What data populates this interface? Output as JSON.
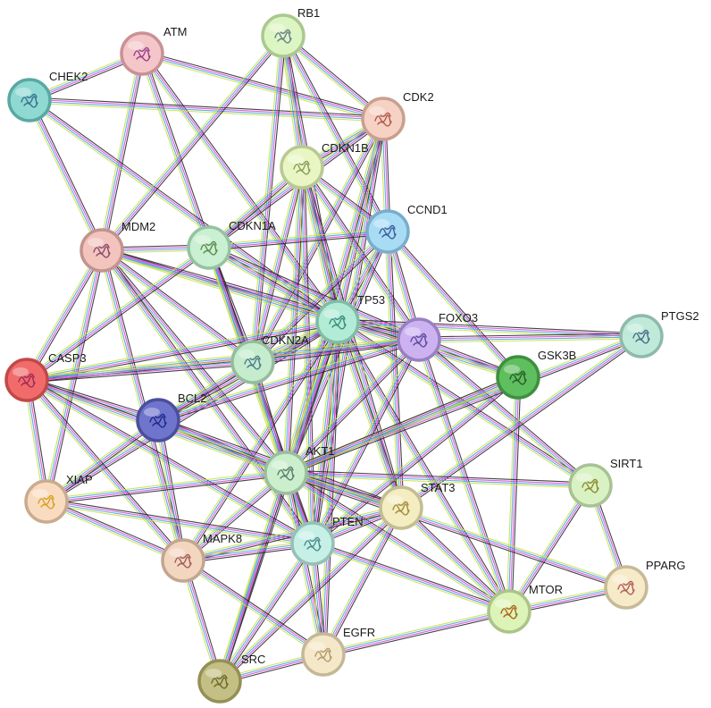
{
  "nodes": [
    {
      "id": "RB1",
      "label": "RB1",
      "fill": "#dcf5c3",
      "stroke": "#a9c98f",
      "glyph": "#6b7b8c"
    },
    {
      "id": "ATM",
      "label": "ATM",
      "fill": "#f4c6c9",
      "stroke": "#c99196",
      "glyph": "#9a3e8c"
    },
    {
      "id": "CHEK2",
      "label": "CHEK2",
      "fill": "#8fd9d3",
      "stroke": "#5aa8a2",
      "glyph": "#3a6f8c"
    },
    {
      "id": "CDK2",
      "label": "CDK2",
      "fill": "#f6d2c4",
      "stroke": "#c9a08f",
      "glyph": "#b0574a"
    },
    {
      "id": "CDKN1B",
      "label": "CDKN1B",
      "fill": "#e9f6c4",
      "stroke": "#b9c993",
      "glyph": "#8a9a5a"
    },
    {
      "id": "CCND1",
      "label": "CCND1",
      "fill": "#a8dcf5",
      "stroke": "#78aecb",
      "glyph": "#3c5a9a"
    },
    {
      "id": "MDM2",
      "label": "MDM2",
      "fill": "#f2c4bd",
      "stroke": "#c2948d",
      "glyph": "#8a4a6a"
    },
    {
      "id": "CDKN1A",
      "label": "CDKN1A",
      "fill": "#c9f0d2",
      "stroke": "#96c2a0",
      "glyph": "#5a8a4a"
    },
    {
      "id": "TP53",
      "label": "TP53",
      "fill": "#b2ecd6",
      "stroke": "#80bca6",
      "glyph": "#3a8a7a"
    },
    {
      "id": "FOXO3",
      "label": "FOXO3",
      "fill": "#cdb2f2",
      "stroke": "#9a80c2",
      "glyph": "#5a4a9a"
    },
    {
      "id": "PTGS2",
      "label": "PTGS2",
      "fill": "#bfead9",
      "stroke": "#8fbaa9",
      "glyph": "#4a6a8a"
    },
    {
      "id": "CDKN2A",
      "label": "CDKN2A",
      "fill": "#c5eccd",
      "stroke": "#95bc9d",
      "glyph": "#4a7a8a"
    },
    {
      "id": "GSK3B",
      "label": "GSK3B",
      "fill": "#5fbf5f",
      "stroke": "#3f8f3f",
      "glyph": "#2a5a2a"
    },
    {
      "id": "CASP3",
      "label": "CASP3",
      "fill": "#f26b6b",
      "stroke": "#c24848",
      "glyph": "#9a2a5a"
    },
    {
      "id": "BCL2",
      "label": "BCL2",
      "fill": "#6f74cc",
      "stroke": "#4a4f9c",
      "glyph": "#1e2a8a"
    },
    {
      "id": "AKT1",
      "label": "AKT1",
      "fill": "#cbeecd",
      "stroke": "#9bbe9d",
      "glyph": "#5a7a6a"
    },
    {
      "id": "SIRT1",
      "label": "SIRT1",
      "fill": "#d9f2c4",
      "stroke": "#a9c294",
      "glyph": "#8a8a2a"
    },
    {
      "id": "XIAP",
      "label": "XIAP",
      "fill": "#f9dcc0",
      "stroke": "#c9ac90",
      "glyph": "#d8a020"
    },
    {
      "id": "STAT3",
      "label": "STAT3",
      "fill": "#f3edc1",
      "stroke": "#c3bd91",
      "glyph": "#a08a3a"
    },
    {
      "id": "PTEN",
      "label": "PTEN",
      "fill": "#c6f0e6",
      "stroke": "#96c0b6",
      "glyph": "#4a8a8a"
    },
    {
      "id": "MAPK8",
      "label": "MAPK8",
      "fill": "#f3d6c0",
      "stroke": "#c3a690",
      "glyph": "#a05a5a"
    },
    {
      "id": "PPARG",
      "label": "PPARG",
      "fill": "#f6eac9",
      "stroke": "#c6ba99",
      "glyph": "#b05a5a"
    },
    {
      "id": "MTOR",
      "label": "MTOR",
      "fill": "#dcf4b8",
      "stroke": "#acc488",
      "glyph": "#b0601a"
    },
    {
      "id": "EGFR",
      "label": "EGFR",
      "fill": "#f4e8c8",
      "stroke": "#c4b898",
      "glyph": "#b09a6a"
    },
    {
      "id": "SRC",
      "label": "SRC",
      "fill": "#c4c085",
      "stroke": "#949055",
      "glyph": "#6a6a2a"
    }
  ],
  "edges": [
    [
      "ATM",
      "CHEK2"
    ],
    [
      "ATM",
      "CDK2"
    ],
    [
      "ATM",
      "MDM2"
    ],
    [
      "ATM",
      "TP53"
    ],
    [
      "ATM",
      "CDKN1A"
    ],
    [
      "CHEK2",
      "MDM2"
    ],
    [
      "CHEK2",
      "TP53"
    ],
    [
      "CHEK2",
      "CDK2"
    ],
    [
      "RB1",
      "CDK2"
    ],
    [
      "RB1",
      "CDKN1B"
    ],
    [
      "RB1",
      "CCND1"
    ],
    [
      "RB1",
      "TP53"
    ],
    [
      "RB1",
      "MDM2"
    ],
    [
      "RB1",
      "CDKN2A"
    ],
    [
      "CDK2",
      "CDKN1B"
    ],
    [
      "CDK2",
      "CCND1"
    ],
    [
      "CDK2",
      "CDKN1A"
    ],
    [
      "CDK2",
      "TP53"
    ],
    [
      "CDK2",
      "CDKN2A"
    ],
    [
      "CDK2",
      "AKT1"
    ],
    [
      "CDK2",
      "PTEN"
    ],
    [
      "CDKN1B",
      "CCND1"
    ],
    [
      "CDKN1B",
      "CDKN1A"
    ],
    [
      "CDKN1B",
      "AKT1"
    ],
    [
      "CDKN1B",
      "TP53"
    ],
    [
      "CDKN1B",
      "FOXO3"
    ],
    [
      "CDKN1B",
      "CDKN2A"
    ],
    [
      "CDKN1B",
      "PTEN"
    ],
    [
      "CDKN1B",
      "STAT3"
    ],
    [
      "CCND1",
      "CDKN1A"
    ],
    [
      "CCND1",
      "TP53"
    ],
    [
      "CCND1",
      "AKT1"
    ],
    [
      "CCND1",
      "GSK3B"
    ],
    [
      "CCND1",
      "STAT3"
    ],
    [
      "CCND1",
      "CDKN2A"
    ],
    [
      "CCND1",
      "FOXO3"
    ],
    [
      "MDM2",
      "CDKN1A"
    ],
    [
      "MDM2",
      "TP53"
    ],
    [
      "MDM2",
      "AKT1"
    ],
    [
      "MDM2",
      "CASP3"
    ],
    [
      "MDM2",
      "XIAP"
    ],
    [
      "MDM2",
      "CDKN2A"
    ],
    [
      "MDM2",
      "PTEN"
    ],
    [
      "MDM2",
      "FOXO3"
    ],
    [
      "MDM2",
      "MAPK8"
    ],
    [
      "CDKN1A",
      "TP53"
    ],
    [
      "CDKN1A",
      "AKT1"
    ],
    [
      "CDKN1A",
      "CDKN2A"
    ],
    [
      "CDKN1A",
      "CASP3"
    ],
    [
      "CDKN1A",
      "FOXO3"
    ],
    [
      "CDKN1A",
      "PTEN"
    ],
    [
      "TP53",
      "FOXO3"
    ],
    [
      "TP53",
      "AKT1"
    ],
    [
      "TP53",
      "CDKN2A"
    ],
    [
      "TP53",
      "CASP3"
    ],
    [
      "TP53",
      "BCL2"
    ],
    [
      "TP53",
      "PTEN"
    ],
    [
      "TP53",
      "STAT3"
    ],
    [
      "TP53",
      "SIRT1"
    ],
    [
      "TP53",
      "EGFR"
    ],
    [
      "TP53",
      "SRC"
    ],
    [
      "TP53",
      "MTOR"
    ],
    [
      "TP53",
      "GSK3B"
    ],
    [
      "TP53",
      "XIAP"
    ],
    [
      "TP53",
      "MAPK8"
    ],
    [
      "TP53",
      "PTGS2"
    ],
    [
      "FOXO3",
      "AKT1"
    ],
    [
      "FOXO3",
      "SIRT1"
    ],
    [
      "FOXO3",
      "PTGS2"
    ],
    [
      "FOXO3",
      "GSK3B"
    ],
    [
      "FOXO3",
      "CASP3"
    ],
    [
      "FOXO3",
      "CDKN2A"
    ],
    [
      "FOXO3",
      "PTEN"
    ],
    [
      "FOXO3",
      "BCL2"
    ],
    [
      "FOXO3",
      "MTOR"
    ],
    [
      "CDKN2A",
      "AKT1"
    ],
    [
      "CDKN2A",
      "CASP3"
    ],
    [
      "CDKN2A",
      "BCL2"
    ],
    [
      "GSK3B",
      "AKT1"
    ],
    [
      "GSK3B",
      "MTOR"
    ],
    [
      "GSK3B",
      "PTEN"
    ],
    [
      "PTGS2",
      "AKT1"
    ],
    [
      "PTGS2",
      "STAT3"
    ],
    [
      "CASP3",
      "BCL2"
    ],
    [
      "CASP3",
      "AKT1"
    ],
    [
      "CASP3",
      "XIAP"
    ],
    [
      "CASP3",
      "MAPK8"
    ],
    [
      "CASP3",
      "PTEN"
    ],
    [
      "BCL2",
      "AKT1"
    ],
    [
      "BCL2",
      "XIAP"
    ],
    [
      "BCL2",
      "MAPK8"
    ],
    [
      "BCL2",
      "STAT3"
    ],
    [
      "AKT1",
      "XIAP"
    ],
    [
      "AKT1",
      "STAT3"
    ],
    [
      "AKT1",
      "PTEN"
    ],
    [
      "AKT1",
      "MAPK8"
    ],
    [
      "AKT1",
      "MTOR"
    ],
    [
      "AKT1",
      "EGFR"
    ],
    [
      "AKT1",
      "SRC"
    ],
    [
      "AKT1",
      "SIRT1"
    ],
    [
      "AKT1",
      "GSK3B"
    ],
    [
      "SIRT1",
      "PPARG"
    ],
    [
      "SIRT1",
      "MTOR"
    ],
    [
      "XIAP",
      "PTEN"
    ],
    [
      "XIAP",
      "MAPK8"
    ],
    [
      "STAT3",
      "PTEN"
    ],
    [
      "STAT3",
      "EGFR"
    ],
    [
      "STAT3",
      "SRC"
    ],
    [
      "STAT3",
      "MTOR"
    ],
    [
      "STAT3",
      "MAPK8"
    ],
    [
      "PTEN",
      "MAPK8"
    ],
    [
      "PTEN",
      "SRC"
    ],
    [
      "PTEN",
      "EGFR"
    ],
    [
      "PTEN",
      "MTOR"
    ],
    [
      "MAPK8",
      "SRC"
    ],
    [
      "MAPK8",
      "EGFR"
    ],
    [
      "PPARG",
      "MTOR"
    ],
    [
      "PPARG",
      "AKT1"
    ],
    [
      "EGFR",
      "SRC"
    ],
    [
      "MTOR",
      "EGFR"
    ]
  ],
  "edge_colors": [
    "#222222",
    "#d63fd6",
    "#3fa0e0",
    "#c8e03f"
  ]
}
